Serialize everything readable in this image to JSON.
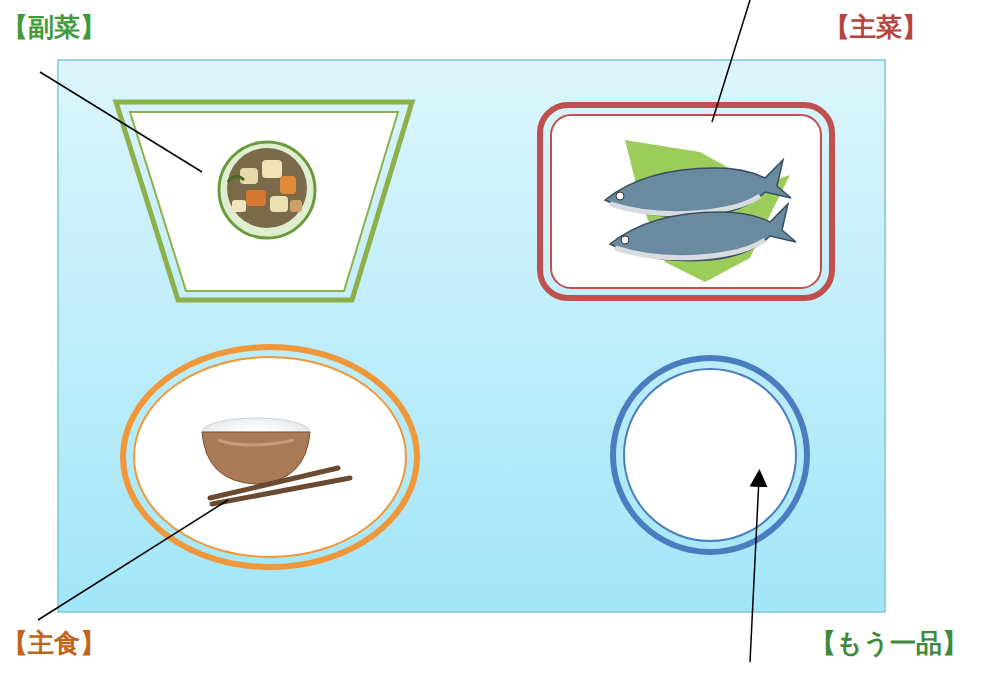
{
  "diagram": {
    "labels": [
      "【副菜】",
      "【主菜】",
      "【主食】",
      "【もう一品】"
    ]
  }
}
